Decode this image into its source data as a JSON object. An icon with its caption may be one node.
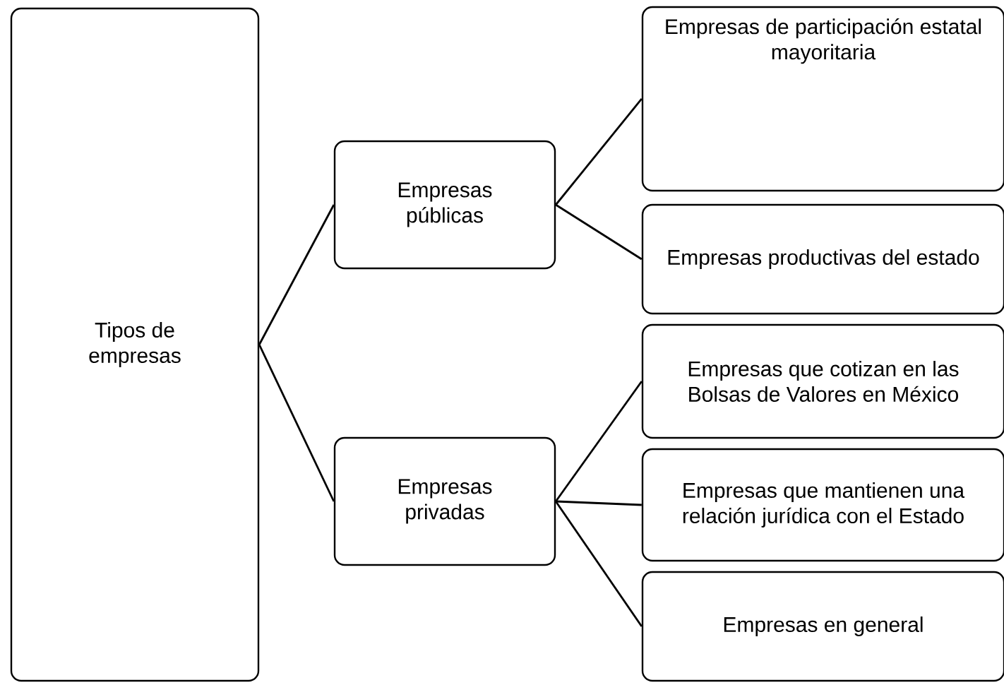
{
  "diagram": {
    "nodes": [
      {
        "text": [
          "Tipos de empresas"
        ]
      },
      {
        "text": [
          "Empresas públicas"
        ]
      },
      {
        "text": [
          "Empresas privadas"
        ]
      },
      {
        "text": [
          "Empresas de participación estatal mayoritaria"
        ]
      },
      {
        "text": [
          "Empresas productivas del estado"
        ]
      },
      {
        "text": [
          "Empresas que cotizan en las Bolsas de Valores en México"
        ]
      },
      {
        "text": [
          "Empresas que mantienen una relación jurídica con el Estado"
        ]
      },
      {
        "text": [
          "Empresas en general"
        ]
      }
    ],
    "edges": [
      {
        "from": 0,
        "to": 1,
        "arrow": "none"
      },
      {
        "from": 0,
        "to": 2,
        "arrow": "none"
      },
      {
        "from": 1,
        "to": 3,
        "arrow": "none"
      },
      {
        "from": 1,
        "to": 4,
        "arrow": "none"
      },
      {
        "from": 2,
        "to": 5,
        "arrow": "none"
      },
      {
        "from": 2,
        "to": 6,
        "arrow": "none"
      },
      {
        "from": 2,
        "to": 7,
        "arrow": "none"
      }
    ]
  }
}
